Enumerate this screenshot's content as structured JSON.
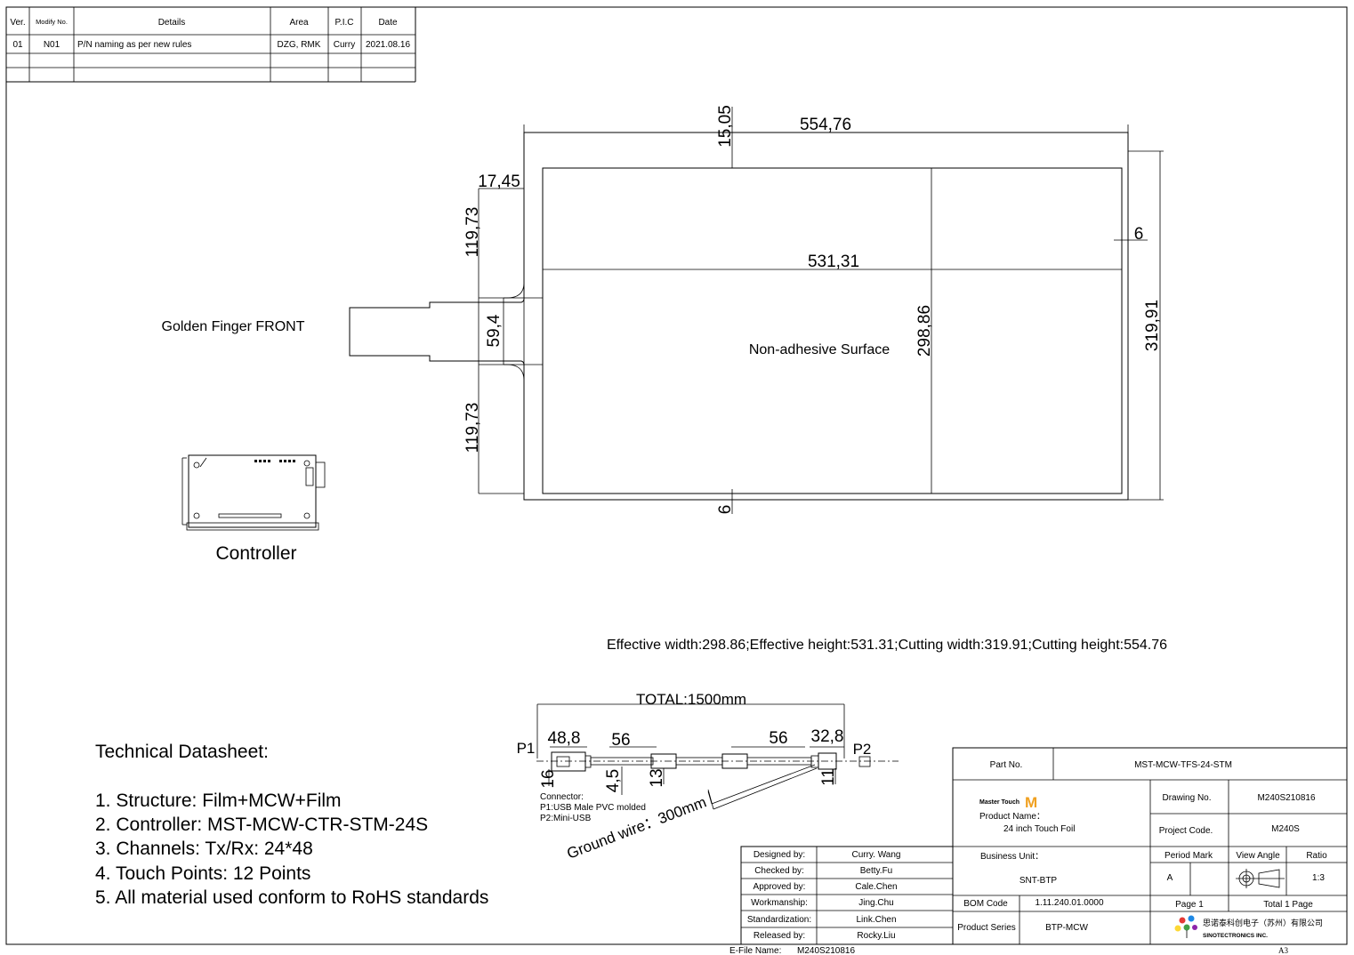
{
  "revision_table": {
    "headers": [
      "Ver.",
      "Modify No.",
      "Details",
      "Area",
      "P.I.C",
      "Date"
    ],
    "rows": [
      [
        "01",
        "N01",
        "P/N naming as per new rules",
        "DZG, RMK",
        "Curry",
        "2021.08.16"
      ]
    ]
  },
  "drawing": {
    "dimensions": {
      "top_width": "554,76",
      "top_offset": "15,05",
      "left_offset": "17,45",
      "upper_tail": "119,73",
      "finger_width": "59,4",
      "lower_tail": "119,73",
      "effective_width": "531,31",
      "effective_height": "298,86",
      "cut_height": "319,91",
      "right_margin": "6",
      "bottom_margin": "6"
    },
    "labels": {
      "golden_finger": "Golden Finger FRONT",
      "surface": "Non-adhesive Surface",
      "controller": "Controller"
    },
    "summary": "Effective width:298.86;Effective height:531.31;Cutting width:319.91;Cutting height:554.76"
  },
  "cable": {
    "total": "TOTAL:1500mm",
    "p1": "P1",
    "p2": "P2",
    "dim_48_8": "48,8",
    "dim_56_left": "56",
    "dim_56_right": "56",
    "dim_32_8": "32,8",
    "dim_16": "16",
    "dim_4_5": "4,5",
    "dim_13": "13",
    "dim_11": "11",
    "connector_title": "Connector:",
    "connector_p1": "P1:USB Male PVC molded",
    "connector_p2": "P2:Mini-USB",
    "ground_wire": "Ground wire：300mm"
  },
  "datasheet": {
    "title": "Technical Datasheet:",
    "items": [
      "1. Structure: Film+MCW+Film",
      "2. Controller: MST-MCW-CTR-STM-24S",
      "3. Channels: Tx/Rx: 24*48",
      "4. Touch Points: 12 Points",
      "5. All material used conform to RoHS standards"
    ]
  },
  "title_block": {
    "part_no_label": "Part No.",
    "part_no": "MST-MCW-TFS-24-STM",
    "logo_text": "Master Touch",
    "logo_mark": "M",
    "product_name_label": "Product Name：",
    "product_name": "24 inch Touch Foil",
    "drawing_no_label": "Drawing No.",
    "drawing_no": "M240S210816",
    "project_code_label": "Project Code.",
    "project_code": "M240S",
    "business_unit_label": "Business Unit：",
    "business_unit": "SNT-BTP",
    "period_mark_label": "Period Mark",
    "period_mark": "A",
    "view_angle_label": "View Angle",
    "ratio_label": "Ratio",
    "ratio": "1:3",
    "bom_code_label": "BOM Code",
    "bom_code": "1.11.240.01.0000",
    "page_label": "Page 1",
    "total_pages": "Total 1 Page",
    "product_series_label": "Product Series",
    "product_series": "BTP-MCW",
    "company_cn": "思诺泰科创电子（苏州）有限公司",
    "company_en": "SINOTECTRONICS INC.",
    "signoff": [
      {
        "label": "Designed by:",
        "name": "Curry. Wang"
      },
      {
        "label": "Checked by:",
        "name": "Betty.Fu"
      },
      {
        "label": "Approved by:",
        "name": "Cale.Chen"
      },
      {
        "label": "Workmanship:",
        "name": "Jing.Chu"
      },
      {
        "label": "Standardization:",
        "name": "Link.Chen"
      },
      {
        "label": "Released by:",
        "name": "Rocky.Liu"
      }
    ],
    "efile_label": "E-File Name:",
    "efile": "M240S210816",
    "sheet_size": "A3"
  },
  "colors": {
    "logo_orange": "#f0a020",
    "line": "#000000"
  }
}
